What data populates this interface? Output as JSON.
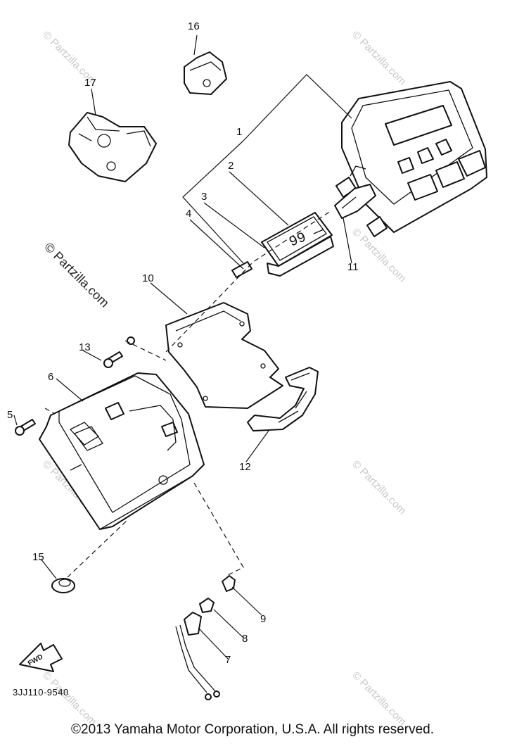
{
  "diagram": {
    "callouts": [
      "1",
      "2",
      "3",
      "4",
      "5",
      "6",
      "7",
      "8",
      "9",
      "10",
      "11",
      "12",
      "13",
      "15",
      "16",
      "17"
    ],
    "display_readout": "99",
    "fwd_arrow_label": "FWD",
    "diagram_code": "3JJ110-9540",
    "watermark_text": "© Partzilla.com",
    "footer": "©2013 Yamaha Motor Corporation, U.S.A. All rights reserved."
  },
  "colors": {
    "line": "#111111",
    "background": "#ffffff",
    "watermark": "#c8c8c8"
  }
}
